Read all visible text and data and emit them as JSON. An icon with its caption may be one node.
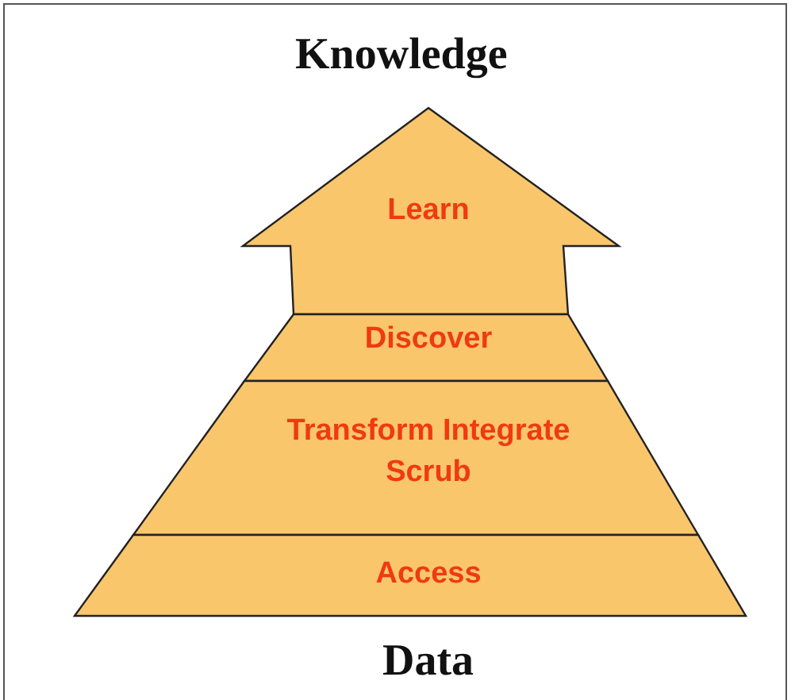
{
  "diagram": {
    "nodes": [
      {
        "text": [
          "Learn"
        ]
      },
      {
        "text": [
          "Discover"
        ]
      },
      {
        "text": [
          "Transform Integrate Scrub"
        ]
      },
      {
        "text": [
          "Access"
        ]
      }
    ],
    "labels": [
      "Knowledge",
      "Data"
    ]
  }
}
